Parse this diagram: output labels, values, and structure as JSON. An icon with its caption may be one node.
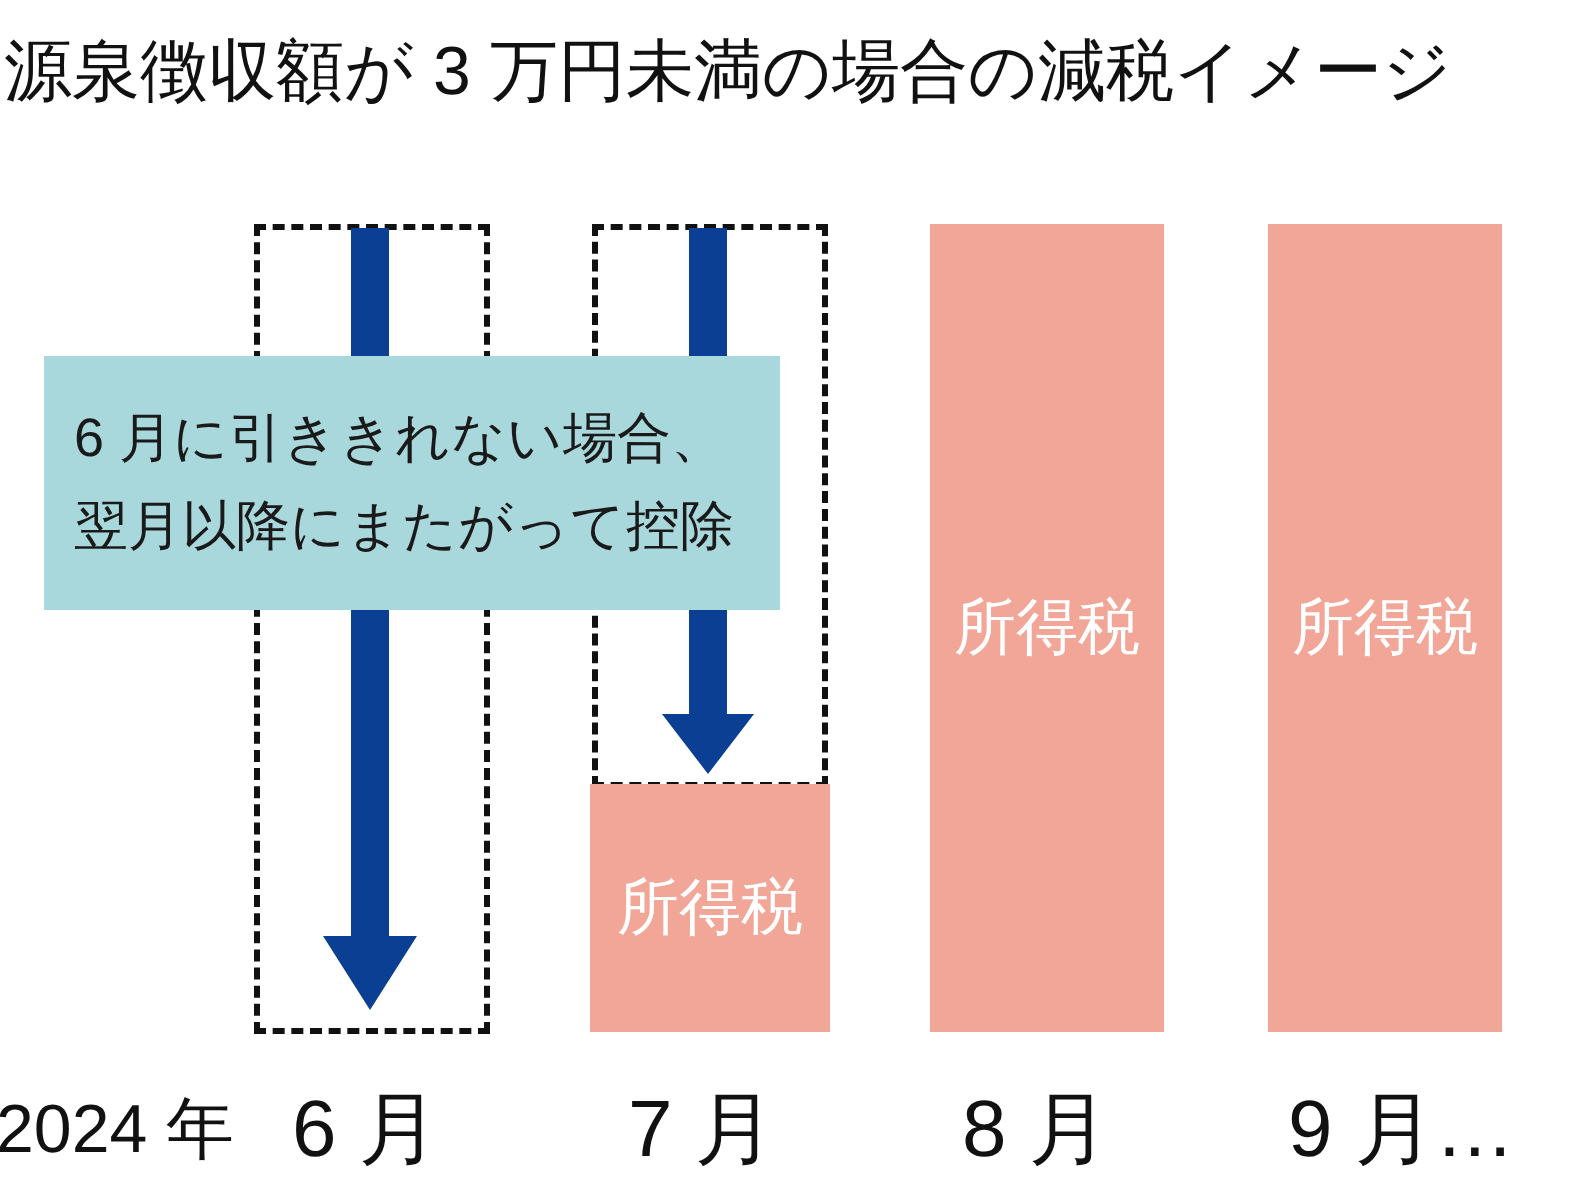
{
  "diagram": {
    "title": "源泉徴収額が 3 万円未満の場合の減税イメージ",
    "nodes": [
      {
        "text": [],
        "shape": "box"
      },
      {
        "text": [],
        "shape": "box"
      },
      {
        "text": [
          "6 月に引ききれない場合、翌月以降にまたがって控除"
        ]
      },
      {
        "text": [
          "所得税"
        ]
      },
      {
        "text": [
          "所得税"
        ]
      },
      {
        "text": [
          "所得税"
        ]
      }
    ],
    "labels": [
      "2024 年",
      "6 月",
      "7 月",
      "8 月",
      "9 月…"
    ]
  }
}
